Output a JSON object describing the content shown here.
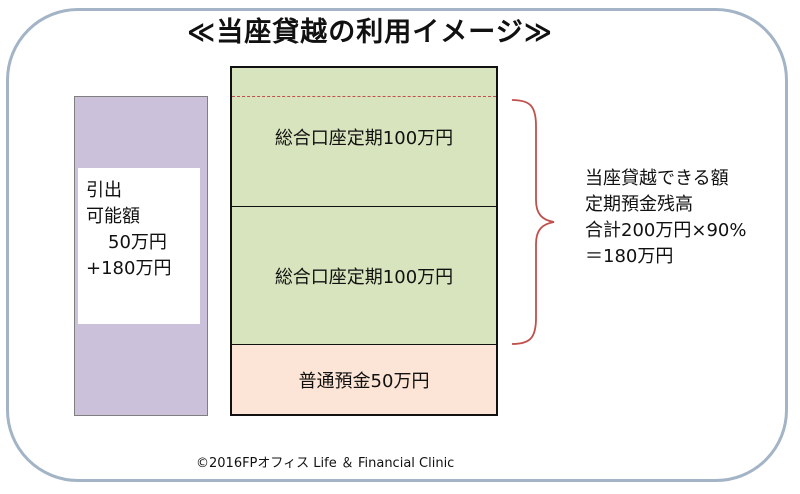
{
  "title": "≪当座貸越の利用イメージ≫",
  "withdrawable": {
    "line1": "引出",
    "line2": "可能額",
    "line3": "50万円",
    "line4": "+180万円"
  },
  "tiers": {
    "top": "総合口座定期100万円",
    "middle": "総合口座定期100万円",
    "bottom": "普通預金50万円"
  },
  "overdraft": {
    "line1": "当座貸越できる額",
    "line2": "定期預金残高",
    "line3": "合計200万円×90%",
    "line4": "＝180万円"
  },
  "copyright": "©2016FPオフィス Life ＆ Financial Clinic",
  "colors": {
    "frame_border": "#a3b4c6",
    "withdraw_column": "#ccc1da",
    "fixed_deposit": "#d7e4bd",
    "savings_deposit": "#fce4d6",
    "dashed_line": "#c0504d",
    "brace": "#c0504d"
  }
}
